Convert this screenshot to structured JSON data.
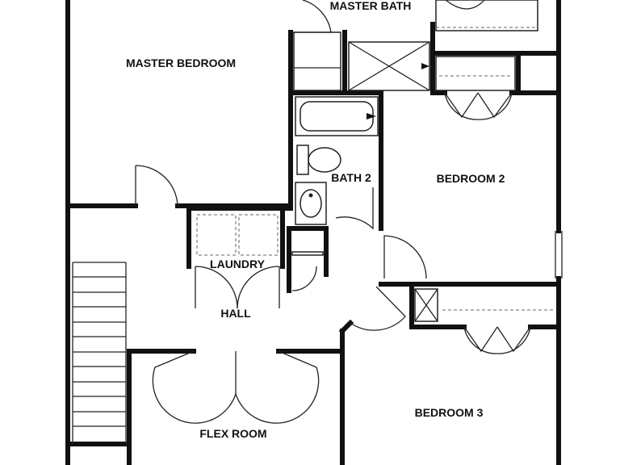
{
  "rooms": {
    "master_bath": "MASTER BATH",
    "master_bedroom": "MASTER BEDROOM",
    "bath_2": "BATH 2",
    "bedroom_2": "BEDROOM 2",
    "laundry": "LAUNDRY",
    "hall": "HALL",
    "flex_room": "FLEX ROOM",
    "bedroom_3": "BEDROOM 3"
  },
  "colors": {
    "wall": "#111111",
    "background": "#ffffff"
  }
}
